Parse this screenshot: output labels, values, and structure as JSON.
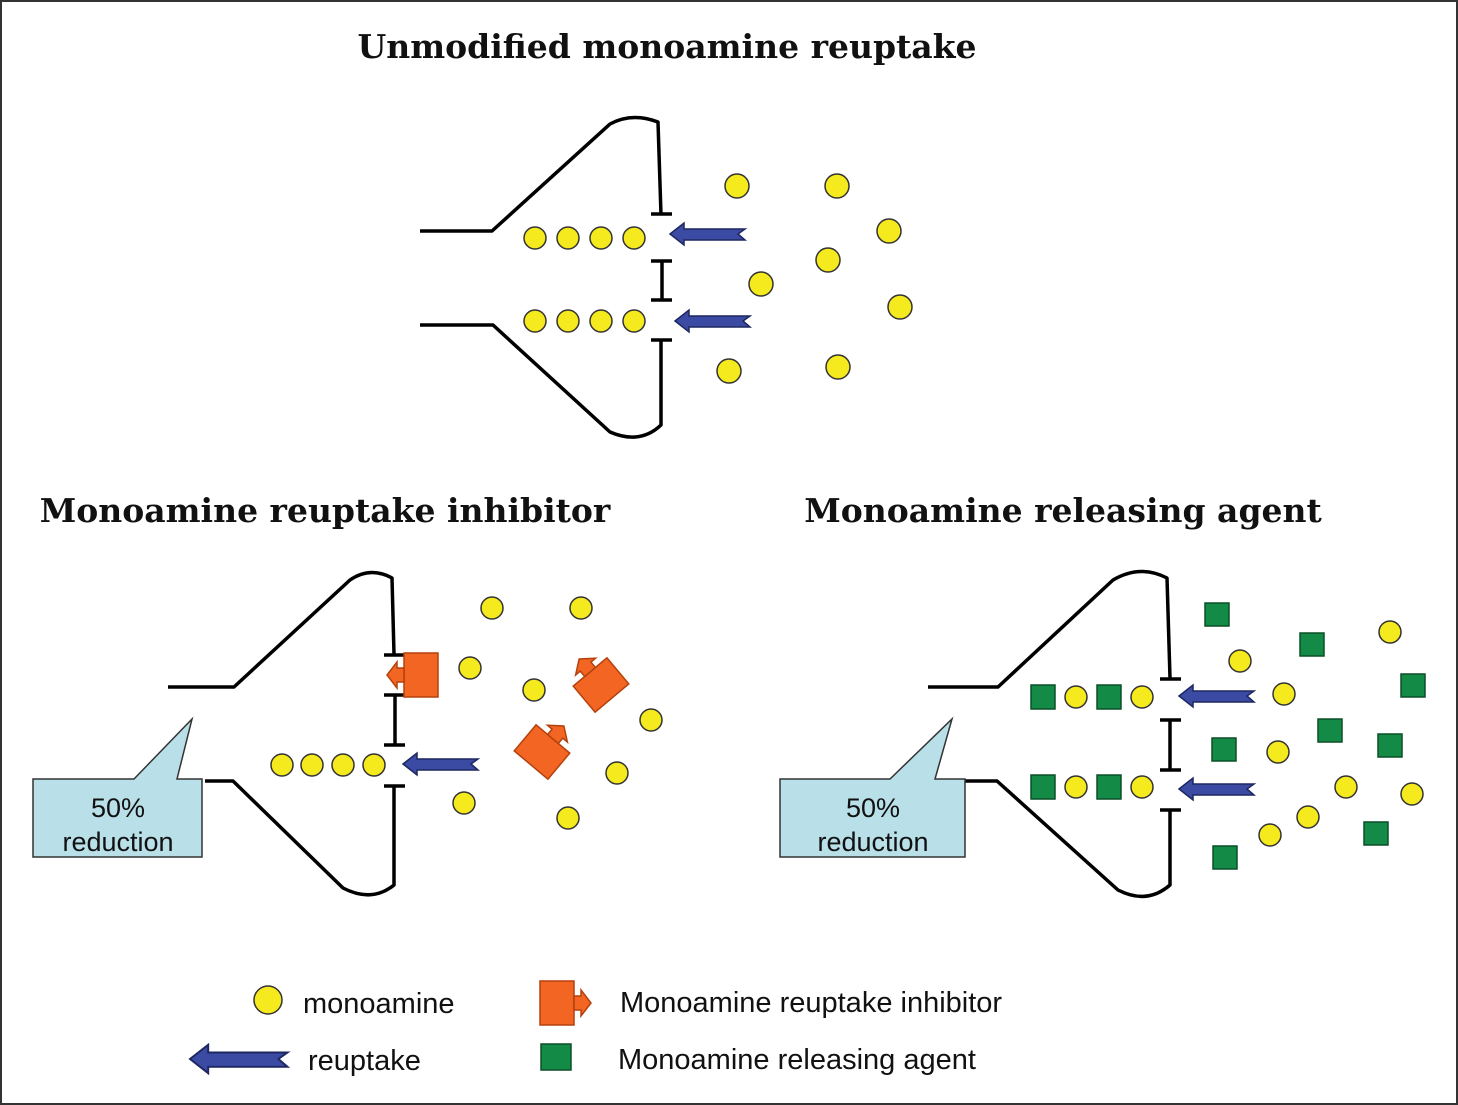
{
  "colors": {
    "monoamine": "#f5ea1e",
    "reuptake_arrow": "#3b4aa3",
    "inhibitor": "#f26522",
    "releasing_agent": "#138a45",
    "callout": "#b9e0e8"
  },
  "panels": {
    "unmodified": {
      "title": "Unmodified monoamine reuptake"
    },
    "inhibitor": {
      "title": "Monoamine reuptake inhibitor",
      "callout_line1": "50%",
      "callout_line2": "reduction"
    },
    "releasing": {
      "title": "Monoamine releasing agent",
      "callout_line1": "50%",
      "callout_line2": "reduction"
    }
  },
  "legend": {
    "monoamine": "monoamine",
    "reuptake": "reuptake",
    "inhibitor": "Monoamine reuptake inhibitor",
    "releasing_agent": "Monoamine releasing agent"
  }
}
